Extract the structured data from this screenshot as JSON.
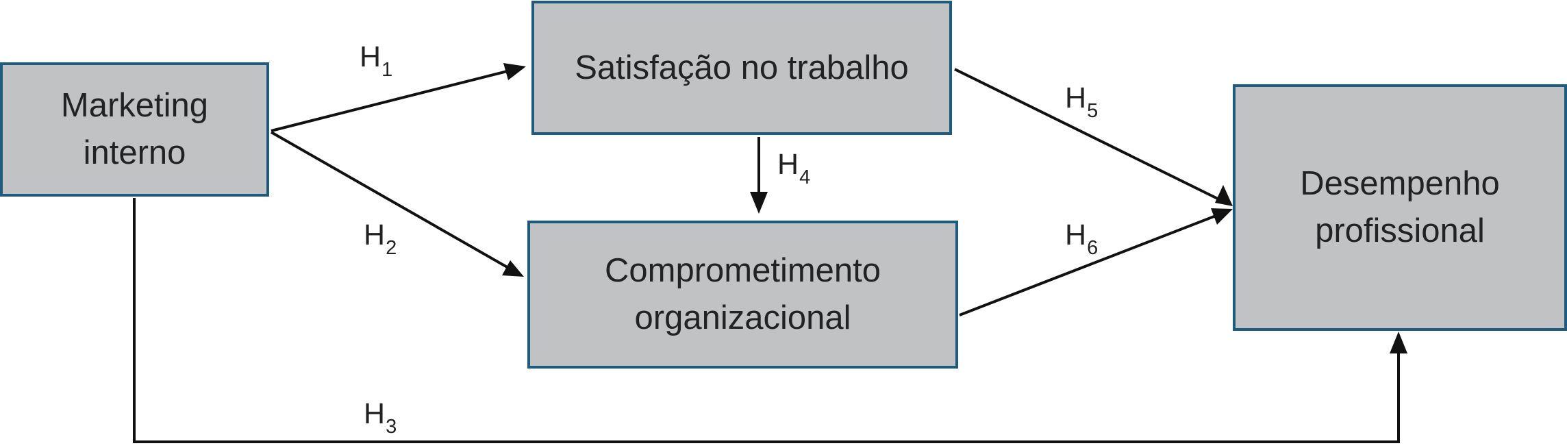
{
  "boxes": {
    "marketing": "Marketing\ninterno",
    "satisfacao": "Satisfação no trabalho",
    "comprometimento": "Comprometimento\norganizacional",
    "desempenho": "Desempenho\nprofissional"
  },
  "hypotheses": {
    "h1": {
      "letter": "H",
      "sub": "1"
    },
    "h2": {
      "letter": "H",
      "sub": "2"
    },
    "h3": {
      "letter": "H",
      "sub": "3"
    },
    "h4": {
      "letter": "H",
      "sub": "4"
    },
    "h5": {
      "letter": "H",
      "sub": "5"
    },
    "h6": {
      "letter": "H",
      "sub": "6"
    }
  },
  "colors": {
    "box_fill": "#c0c2c4",
    "box_border": "#1e5b7e",
    "arrow": "#111111"
  }
}
